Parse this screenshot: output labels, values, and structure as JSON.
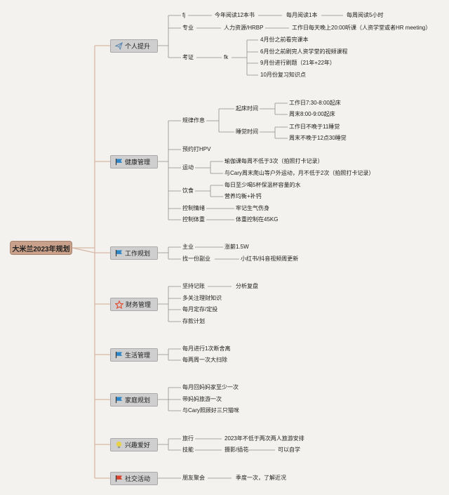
{
  "root": "大米兰2023年规划",
  "colors": {
    "branch": "#d7b8a6",
    "line": "#8f8f8f",
    "root_fill": "#c9a18a",
    "cat_fill": "#cfcfcf",
    "flag_blue": "#2f86c6",
    "flag_red": "#d8442f",
    "star": "#e24a2e",
    "bulb": "#e8d24a",
    "plane": "#5a86b0"
  },
  "categories": [
    {
      "label": "个人提升",
      "icon": "paper-plane-icon"
    },
    {
      "label": "健康管理",
      "icon": "blue-flag-icon"
    },
    {
      "label": "工作规划",
      "icon": "blue-flag-icon"
    },
    {
      "label": "财务管理",
      "icon": "star-icon"
    },
    {
      "label": "生活管理",
      "icon": "blue-flag-icon"
    },
    {
      "label": "家庭规划",
      "icon": "blue-flag-icon"
    },
    {
      "label": "兴趣爱好",
      "icon": "lightbulb-icon"
    },
    {
      "label": "社交活动",
      "icon": "red-flag-icon"
    }
  ],
  "nodes": {
    "c1": {
      "fj": "fj",
      "fj_1": "今年阅读12本书",
      "fj_2": "每月阅读1本",
      "fj_3": "每周阅读5小时",
      "zy": "专业",
      "zy_1": "人力资源/HRBP",
      "zy_2": "工作日每天晚上20:00听课（人资学堂或者HR meeting）",
      "kz": "考证",
      "fk": "fk",
      "fk_1": "4月份之前看完课本",
      "fk_2": "6月份之前刷完人资学堂的视频课程",
      "fk_3": "9月份进行刷题（21年+22年）",
      "fk_4": "10月份复习知识点"
    },
    "c2": {
      "gl": "规律作息",
      "qc": "起床时间",
      "qc_1": "工作日7:30-8:00起床",
      "qc_2": "周末8:00-9:00起床",
      "sj": "睡觉时间",
      "sj_1": "工作日不晚于11睡觉",
      "sj_2": "周末不晚于12点30睡觉",
      "yy": "预约打HPV",
      "yd": "运动",
      "yd_1": "瑜伽课每周不低于3次（拍照打卡记录）",
      "yd_2": "与Cary周末爬山等户外运动，月不低于2次（拍照打卡记录）",
      "ys": "饮食",
      "ys_1": "每日至少喝5杯保温杯容量的水",
      "ys_2": "营养均衡+补钙",
      "qx": "控制情绪",
      "qx_1": "牢记生气伤身",
      "tz": "控制体重",
      "tz_1": "体重控制在45KG"
    },
    "c3": {
      "zy": "主业",
      "zy_1": "涨薪1.5W",
      "fy": "找一份副业",
      "fy_1": "小红书/抖音视频周更新"
    },
    "c4": {
      "jz": "坚持记账",
      "jz_1": "分析复盘",
      "lc": "多关注理财知识",
      "dc": "每月定存/定投",
      "ck": "存款计划"
    },
    "c5": {
      "dsl": "每月进行1次断舍离",
      "ds": "每两周一次大扫除"
    },
    "c6": {
      "hj": "每月回妈妈家至少一次",
      "ly": "带妈妈旅游一次",
      "mm": "与Cary照顾好三只猫咪"
    },
    "c7": {
      "lx": "旅行",
      "lx_1": "2023年不低于两次两人旅游安排",
      "jn": "技能",
      "jn_1": "摄影/插花",
      "jn_2": "可以自学"
    },
    "c8": {
      "jh": "朋友聚会",
      "jh_1": "季度一次，了解近况"
    }
  }
}
